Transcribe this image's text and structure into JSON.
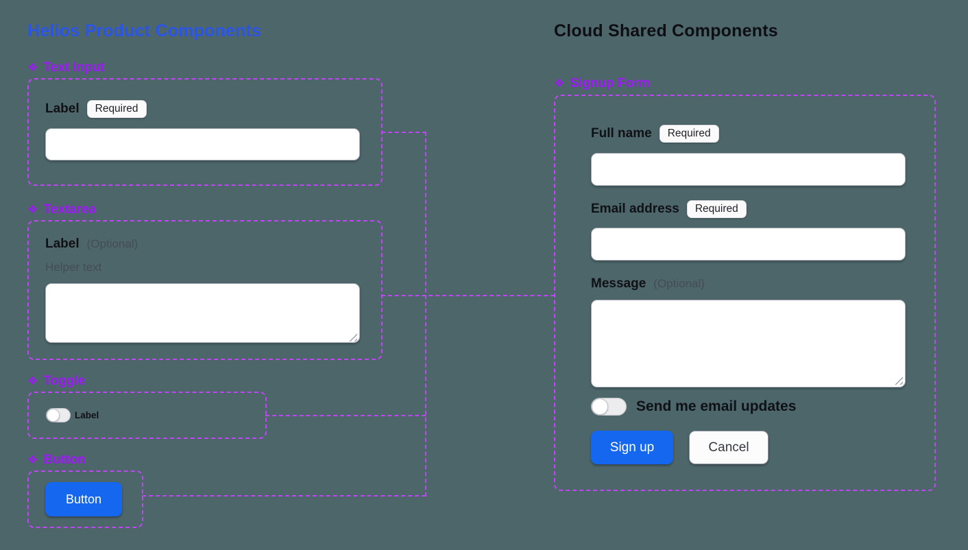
{
  "colors": {
    "background": "#4d666a",
    "left_title_blue": "#2b55e6",
    "right_title_dark": "#0e0f14",
    "component_label_purple": "#9b1cf2",
    "dashed_outline_purple": "#bf46f5",
    "primary_button_blue": "#1567f0",
    "badge_background": "#fafafa",
    "muted_text": "#454c54"
  },
  "icons": {
    "component_diamond": "❖"
  },
  "left": {
    "title": "Helios Product Components",
    "text_input": {
      "component_name": "Text Input",
      "field_label": "Label",
      "badge": "Required",
      "value": ""
    },
    "textarea": {
      "component_name": "Textarea",
      "field_label": "Label",
      "optional_note": "(Optional)",
      "helper_text": "Helper text",
      "value": ""
    },
    "toggle": {
      "component_name": "Toggle",
      "toggle_label": "Label",
      "state": "off"
    },
    "button": {
      "component_name": "Button",
      "button_text": "Button"
    }
  },
  "right": {
    "title": "Cloud Shared Components",
    "signup_form": {
      "component_name": "Signup Form",
      "full_name": {
        "label": "Full name",
        "badge": "Required",
        "value": ""
      },
      "email": {
        "label": "Email address",
        "badge": "Required",
        "value": ""
      },
      "message": {
        "label": "Message",
        "optional_note": "(Optional)",
        "value": ""
      },
      "updates_toggle": {
        "label": "Send me email updates",
        "state": "off"
      },
      "submit_label": "Sign up",
      "cancel_label": "Cancel"
    }
  }
}
